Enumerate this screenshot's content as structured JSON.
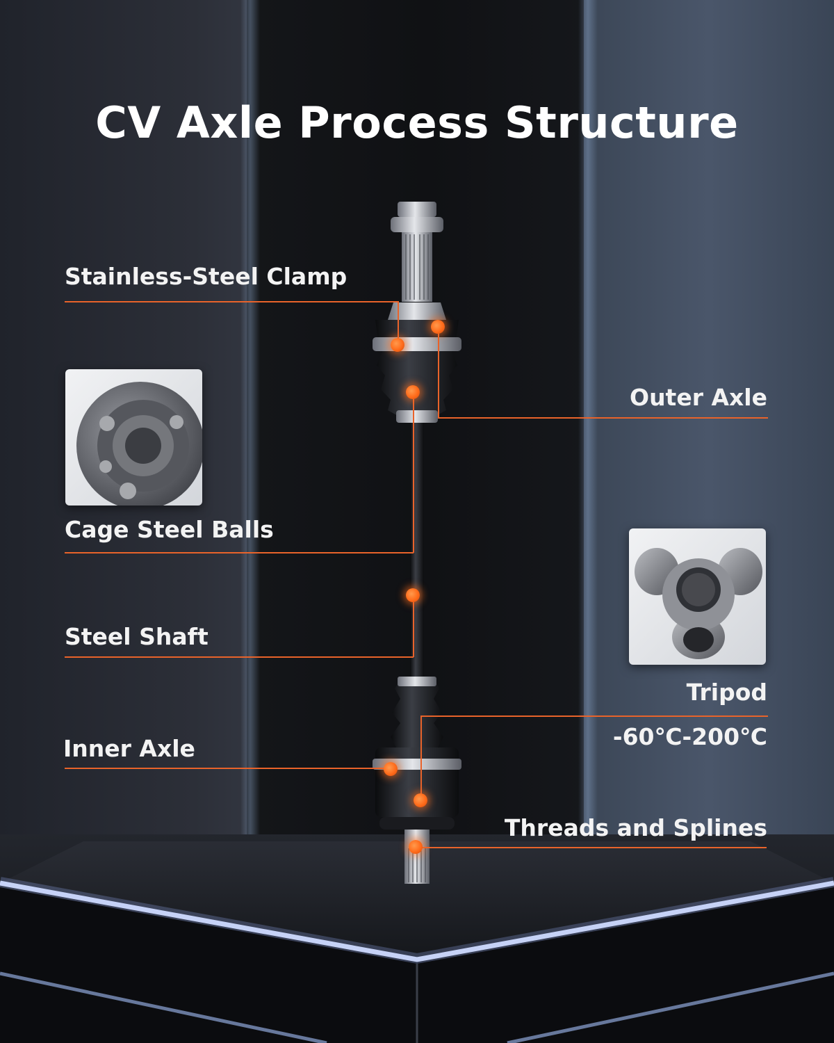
{
  "title": "CV Axle Process Structure",
  "labels": {
    "stainless_steel_clamp": "Stainless-Steel Clamp",
    "outer_axle": "Outer Axle",
    "cage_steel_balls": "Cage Steel Balls",
    "steel_shaft": "Steel Shaft",
    "tripod": "Tripod",
    "temperature_range": "-60℃-200℃",
    "inner_axle": "Inner Axle",
    "threads_and_splines": "Threads and Splines"
  },
  "colors": {
    "accent": "#e9632a",
    "dot": "#ff6b1a",
    "text": "#ffffff",
    "background": "#1a1c22"
  },
  "images": {
    "cage_steel_balls_inset": "cv-joint-cage-closeup",
    "tripod_inset": "tripod-joint-closeup",
    "main_product": "cv-axle-assembly"
  }
}
